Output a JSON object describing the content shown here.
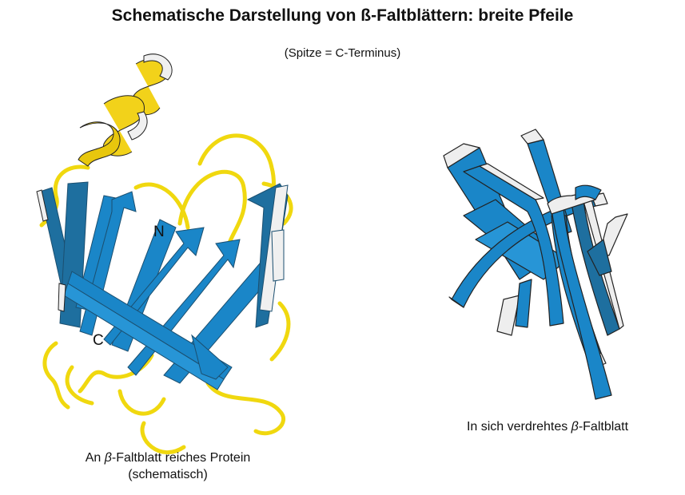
{
  "title": "Schematische Darstellung von ß-Faltblättern: breite Pfeile",
  "subtitle": "(Spitze = C-Terminus)",
  "left_figure": {
    "label_n": "N",
    "label_c": "C",
    "caption_pre": "An ",
    "caption_greek": "β",
    "caption_post": "-Faltblatt reiches Protein",
    "caption_line2": "(schematisch)"
  },
  "right_figure": {
    "caption_pre": "In sich verdrehtes ",
    "caption_greek": "β",
    "caption_post": "-Faltblatt"
  },
  "colors": {
    "strand_blue": "#1a86c8",
    "strand_dark": "#1e6f9f",
    "helix_yellow": "#f2d21a",
    "loop_yellow": "#f0d80f",
    "edge_white": "#eeeeee",
    "outline": "#222222"
  }
}
